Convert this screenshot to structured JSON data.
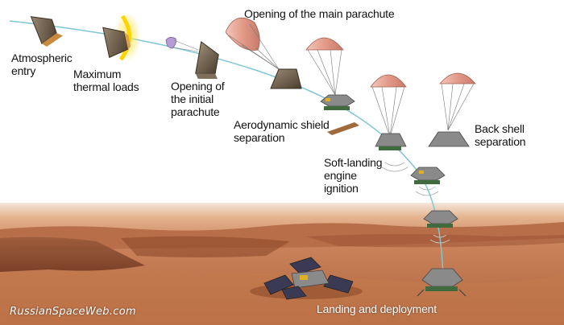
{
  "labels": {
    "atmospheric_entry": "Atmospheric\nentry",
    "maximum_thermal_loads": "Maximum\nthermal loads",
    "opening_initial_parachute": "Opening of\nthe initial\nparachute",
    "opening_main_parachute": "Opening of the main parachute",
    "aerodynamic_shield_separation": "Aerodynamic shield\nseparation",
    "back_shell_separation": "Back shell\nseparation",
    "soft_landing_ignition": "Soft-landing\nengine\nignition",
    "landing_and_deployment": "Landing and deployment"
  },
  "credit": "RussianSpaceWeb.com",
  "colors": {
    "trajectory": "#7fc6d6",
    "sky": "#ffffff",
    "terrain_light": "#d9a07a",
    "terrain_dark": "#8a4a2a",
    "capsule": "#6a5a48",
    "parachute": "#e9a99a",
    "heat_glow": "#ffd400"
  },
  "icons": [
    "capsule-icon",
    "heat-shield-glow-icon",
    "drogue-parachute-icon",
    "main-parachute-icon",
    "lander-icon",
    "thruster-plume-icon"
  ]
}
